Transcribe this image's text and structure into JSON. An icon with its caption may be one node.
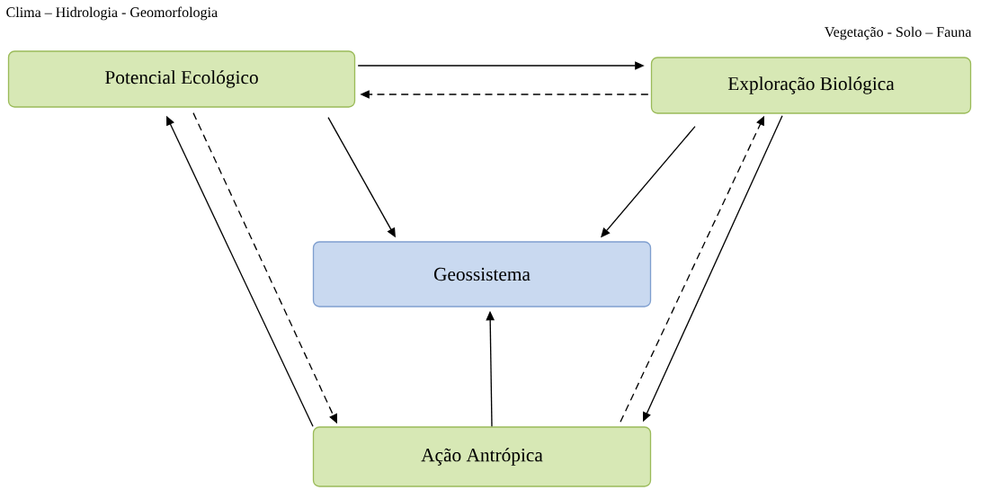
{
  "diagram": {
    "nodes": [
      {
        "text": [
          "Potencial  Ecológico"
        ],
        "beside": [
          "Clima – Hidrologia - Geomorfologia"
        ]
      },
      {
        "text": [
          "Exploração Biológica"
        ],
        "beside": [
          "Vegetação - Solo – Fauna"
        ]
      },
      {
        "text": [
          "Geossistema"
        ]
      },
      {
        "text": [
          "Ação Antrópica"
        ]
      }
    ],
    "edges": [
      {
        "from": 0,
        "to": 1,
        "arrow": "to"
      },
      {
        "from": 1,
        "to": 0,
        "arrow": "to",
        "style": "dashed"
      },
      {
        "from": 0,
        "to": 2,
        "arrow": "to"
      },
      {
        "from": 1,
        "to": 2,
        "arrow": "to"
      },
      {
        "from": 3,
        "to": 0,
        "arrow": "to"
      },
      {
        "from": 0,
        "to": 3,
        "arrow": "to",
        "style": "dashed"
      },
      {
        "from": 3,
        "to": 1,
        "arrow": "to",
        "style": "dashed"
      },
      {
        "from": 1,
        "to": 3,
        "arrow": "to"
      },
      {
        "from": 3,
        "to": 2,
        "arrow": "to"
      }
    ]
  }
}
